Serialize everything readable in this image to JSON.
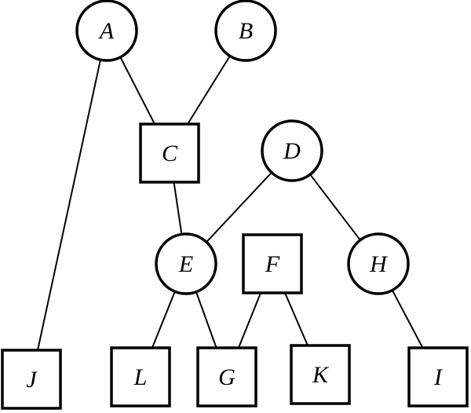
{
  "nodes": [
    {
      "id": "A",
      "label": "A",
      "shape": "circle"
    },
    {
      "id": "B",
      "label": "B",
      "shape": "circle"
    },
    {
      "id": "C",
      "label": "C",
      "shape": "square"
    },
    {
      "id": "D",
      "label": "D",
      "shape": "circle"
    },
    {
      "id": "E",
      "label": "E",
      "shape": "circle"
    },
    {
      "id": "F",
      "label": "F",
      "shape": "square"
    },
    {
      "id": "H",
      "label": "H",
      "shape": "circle"
    },
    {
      "id": "J",
      "label": "J",
      "shape": "square"
    },
    {
      "id": "L",
      "label": "L",
      "shape": "square"
    },
    {
      "id": "G",
      "label": "G",
      "shape": "square"
    },
    {
      "id": "K",
      "label": "K",
      "shape": "square"
    },
    {
      "id": "I",
      "label": "I",
      "shape": "square"
    }
  ],
  "edges": [
    {
      "from": "A",
      "to": "C"
    },
    {
      "from": "B",
      "to": "C"
    },
    {
      "from": "A",
      "to": "J"
    },
    {
      "from": "C",
      "to": "E"
    },
    {
      "from": "D",
      "to": "E"
    },
    {
      "from": "D",
      "to": "H"
    },
    {
      "from": "E",
      "to": "L"
    },
    {
      "from": "E",
      "to": "G"
    },
    {
      "from": "F",
      "to": "G"
    },
    {
      "from": "F",
      "to": "K"
    },
    {
      "from": "H",
      "to": "I"
    }
  ]
}
